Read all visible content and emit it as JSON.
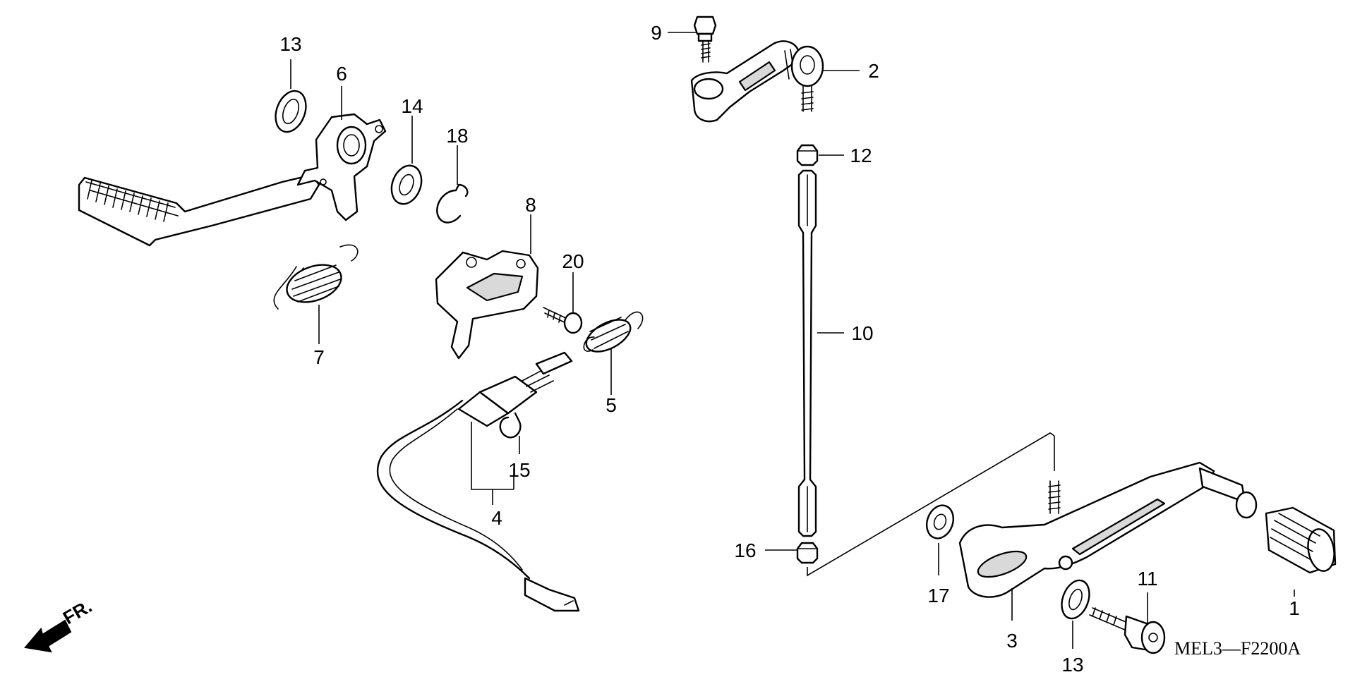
{
  "callouts": {
    "c1": "1",
    "c2": "2",
    "c3": "3",
    "c4": "4",
    "c5": "5",
    "c6": "6",
    "c7": "7",
    "c8": "8",
    "c9": "9",
    "c10": "10",
    "c11": "11",
    "c12": "12",
    "c13_top": "13",
    "c13_bottom": "13",
    "c14": "14",
    "c15": "15",
    "c16": "16",
    "c17": "17",
    "c18": "18",
    "c20": "20"
  },
  "front_indicator": "FR.",
  "diagram_code": "MEL3—F2200A"
}
